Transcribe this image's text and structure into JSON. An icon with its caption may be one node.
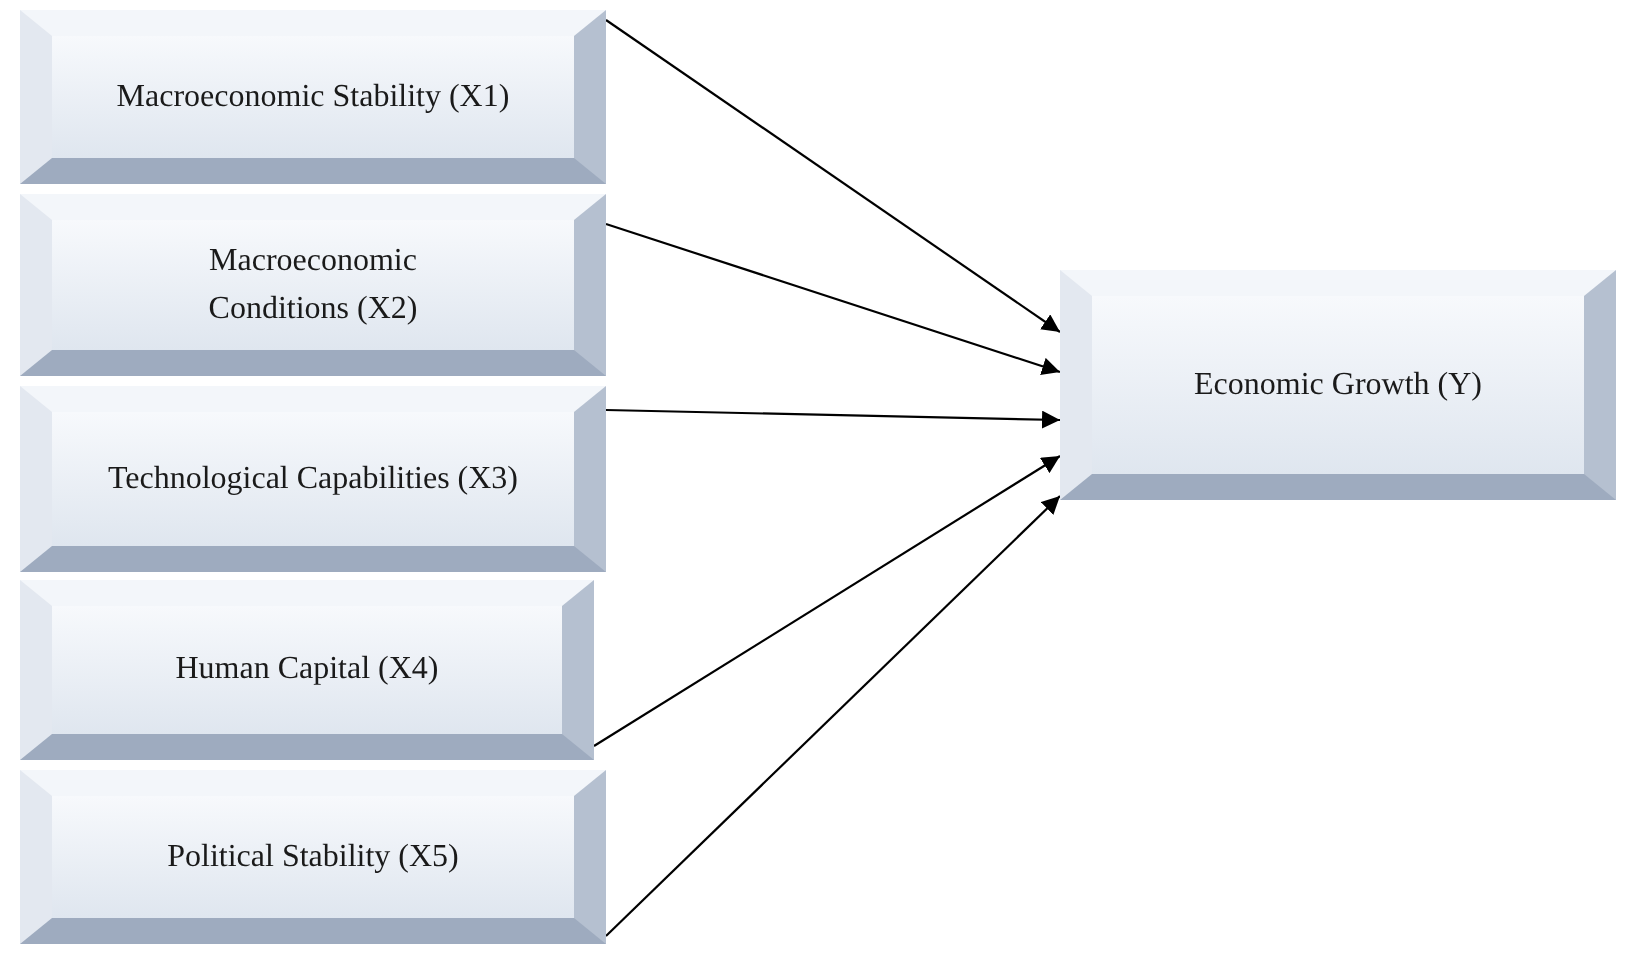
{
  "diagram": {
    "nodes": [
      {
        "text": [
          "Macroeconomic Stability (X1)"
        ]
      },
      {
        "text": [
          "Macroeconomic Conditions (X2)"
        ]
      },
      {
        "text": [
          "Technological Capabilities (X3)"
        ]
      },
      {
        "text": [
          "Human Capital (X4)"
        ]
      },
      {
        "text": [
          "Political Stability (X5)"
        ]
      },
      {
        "text": [
          "Economic Growth (Y)"
        ]
      }
    ],
    "edges": [
      {
        "from": 0,
        "to": 5,
        "arrow": "to"
      },
      {
        "from": 1,
        "to": 5,
        "arrow": "to"
      },
      {
        "from": 2,
        "to": 5,
        "arrow": "to"
      },
      {
        "from": 3,
        "to": 5,
        "arrow": "to"
      },
      {
        "from": 4,
        "to": 5,
        "arrow": "to"
      }
    ]
  }
}
